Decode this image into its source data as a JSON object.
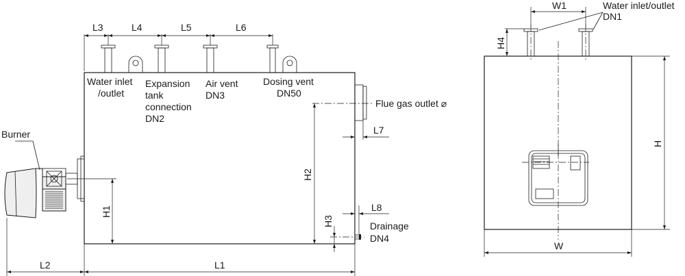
{
  "labels": {
    "water_inlet_outlet_l1": "Water inlet",
    "water_inlet_outlet_l2": "/outlet",
    "expansion_l1": "Expansion",
    "expansion_l2": "tank",
    "expansion_l3": "connection",
    "expansion_l4": "DN2",
    "air_vent_l1": "Air vent",
    "air_vent_l2": "DN3",
    "dosing_vent_l1": "Dosing vent",
    "dosing_vent_l2": "DN50",
    "flue_gas_outlet": "Flue gas outlet ⌀",
    "burner": "Burner",
    "drainage_l1": "Drainage",
    "drainage_l2": "DN4",
    "side_water_l1": "Water inlet/outlet",
    "side_water_l2": "DN1"
  },
  "dimensions": {
    "L1": "L1",
    "L2": "L2",
    "L3": "L3",
    "L4": "L4",
    "L5": "L5",
    "L6": "L6",
    "L7": "L7",
    "L8": "L8",
    "H": "H",
    "H1": "H1",
    "H2": "H2",
    "H3": "H3",
    "H4": "H4",
    "W": "W",
    "W1": "W1"
  }
}
